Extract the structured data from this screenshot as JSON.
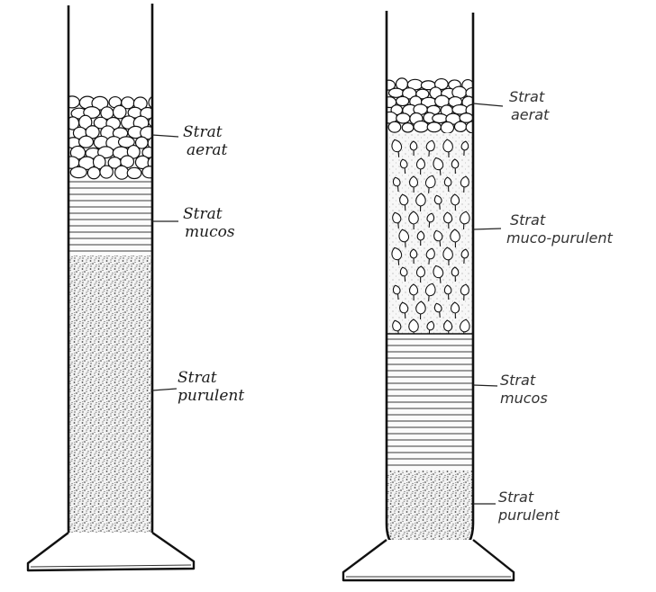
{
  "tube_left": {
    "layers": [
      {
        "name": "aerat",
        "label_line1": "Strat",
        "label_line2": "aerat"
      },
      {
        "name": "mucos",
        "label_line1": "Strat",
        "label_line2": "mucos"
      },
      {
        "name": "purulent",
        "label_line1": "Strat",
        "label_line2": "purulent"
      }
    ]
  },
  "tube_right": {
    "layers": [
      {
        "name": "aerat",
        "label_line1": "Strat",
        "label_line2": "aerat"
      },
      {
        "name": "muco-purulent",
        "label_line1": "Strat",
        "label_line2": "muco-purulent"
      },
      {
        "name": "mucos",
        "label_line1": "Strat",
        "label_line2": "mucos"
      },
      {
        "name": "purulent",
        "label_line1": "Strat",
        "label_line2": "purulent"
      }
    ]
  }
}
